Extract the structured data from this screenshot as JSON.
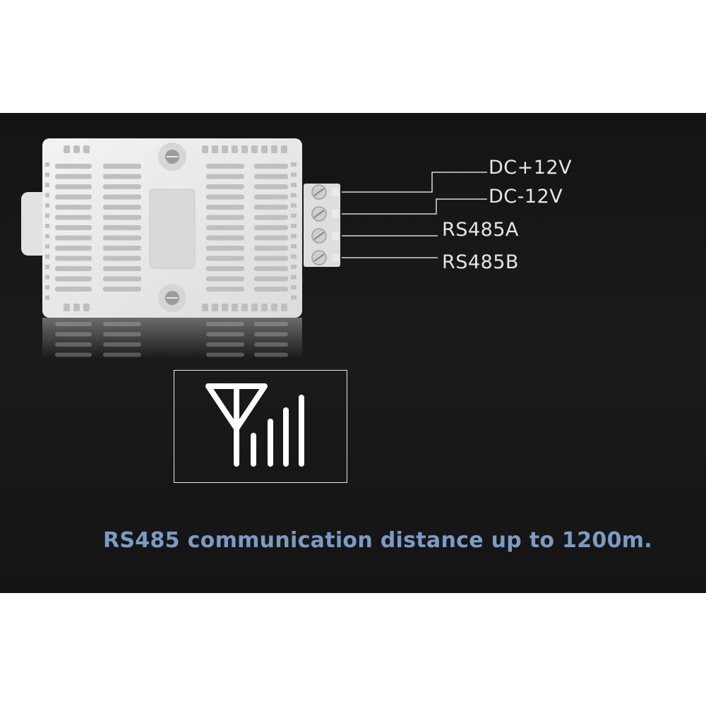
{
  "terminals": [
    {
      "label": "DC+12V"
    },
    {
      "label": "DC-12V"
    },
    {
      "label": "RS485A"
    },
    {
      "label": "RS485B"
    }
  ],
  "signal_icon": "antenna-signal-bars-icon",
  "caption": "RS485 communication distance up to 1200m.",
  "colors": {
    "background": "#161616",
    "device": "#ececec",
    "caption": "#7d9bc3",
    "wire": "#d8d8d8"
  }
}
